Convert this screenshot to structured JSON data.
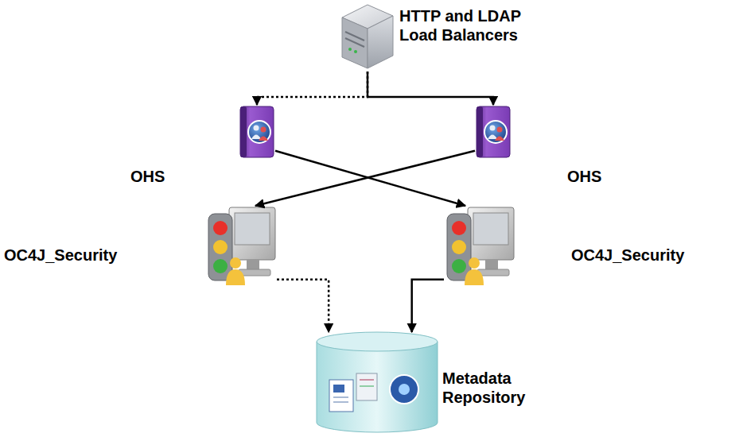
{
  "diagram": {
    "nodes": [
      {
        "text": [
          "HTTP and LDAP Load Balancers"
        ]
      },
      {
        "text": [
          "OHS"
        ]
      },
      {
        "text": [
          "OHS"
        ]
      },
      {
        "text": [
          "OC4J_Security"
        ]
      },
      {
        "text": [
          "OC4J_Security"
        ]
      },
      {
        "text": [
          "Metadata Repository"
        ]
      }
    ],
    "edges": [
      {
        "from": 0,
        "to": 1,
        "arrow": "to"
      },
      {
        "from": 0,
        "to": 2,
        "arrow": "to"
      },
      {
        "from": 1,
        "to": 4,
        "arrow": "to"
      },
      {
        "from": 2,
        "to": 3,
        "arrow": "to"
      },
      {
        "from": 3,
        "to": 5,
        "arrow": "to"
      },
      {
        "from": 4,
        "to": 5,
        "arrow": "to"
      }
    ]
  }
}
